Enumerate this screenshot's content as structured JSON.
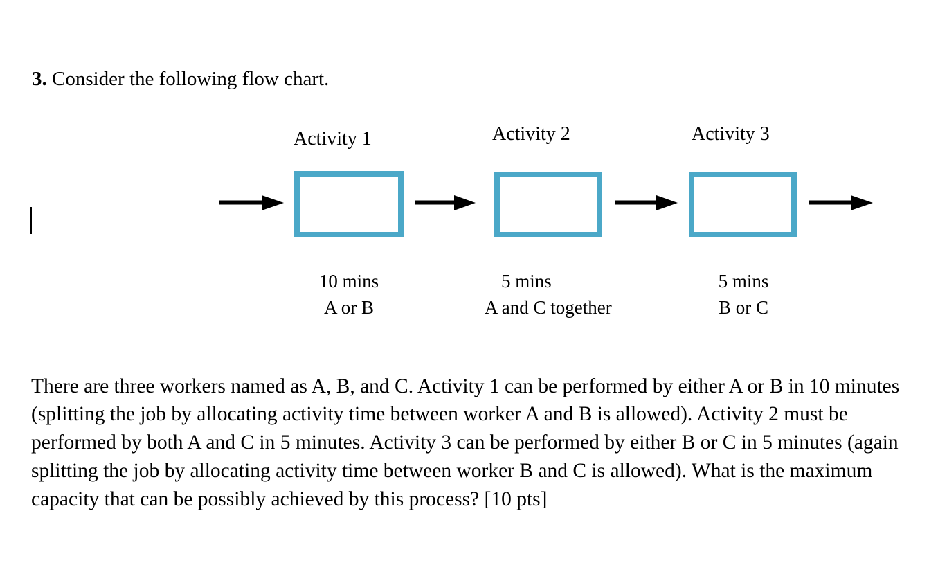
{
  "page": {
    "background_color": "#ffffff",
    "text_color": "#000000"
  },
  "question": {
    "number": "3.",
    "prompt": " Consider the following flow chart."
  },
  "caret": {
    "name": "text-cursor"
  },
  "flowchart": {
    "box_border_color": "#4ba8c8",
    "arrow_color": "#000000",
    "steps": [
      {
        "title": "Activity 1",
        "duration": "10 mins",
        "workers": "A or B"
      },
      {
        "title": "Activity 2",
        "duration": "5 mins",
        "workers": "A and C together"
      },
      {
        "title": "Activity 3",
        "duration": "5 mins",
        "workers": "B or C"
      }
    ],
    "arrows": [
      {
        "label": "input-arrow"
      },
      {
        "label": "arrow-activity1-to-activity2"
      },
      {
        "label": "arrow-activity2-to-activity3"
      },
      {
        "label": "output-arrow"
      }
    ]
  },
  "body": {
    "paragraph": "There are three workers named as A, B, and C. Activity 1 can be performed by either A or B in 10 minutes (splitting the job by allocating activity time between worker A and B is allowed).  Activity 2 must be performed by both A and C in 5 minutes. Activity 3 can be performed by either B or C in 5 minutes (again splitting the job by allocating activity time between worker B and C is allowed). What is the maximum capacity that can be possibly achieved by this process? [10 pts]"
  }
}
